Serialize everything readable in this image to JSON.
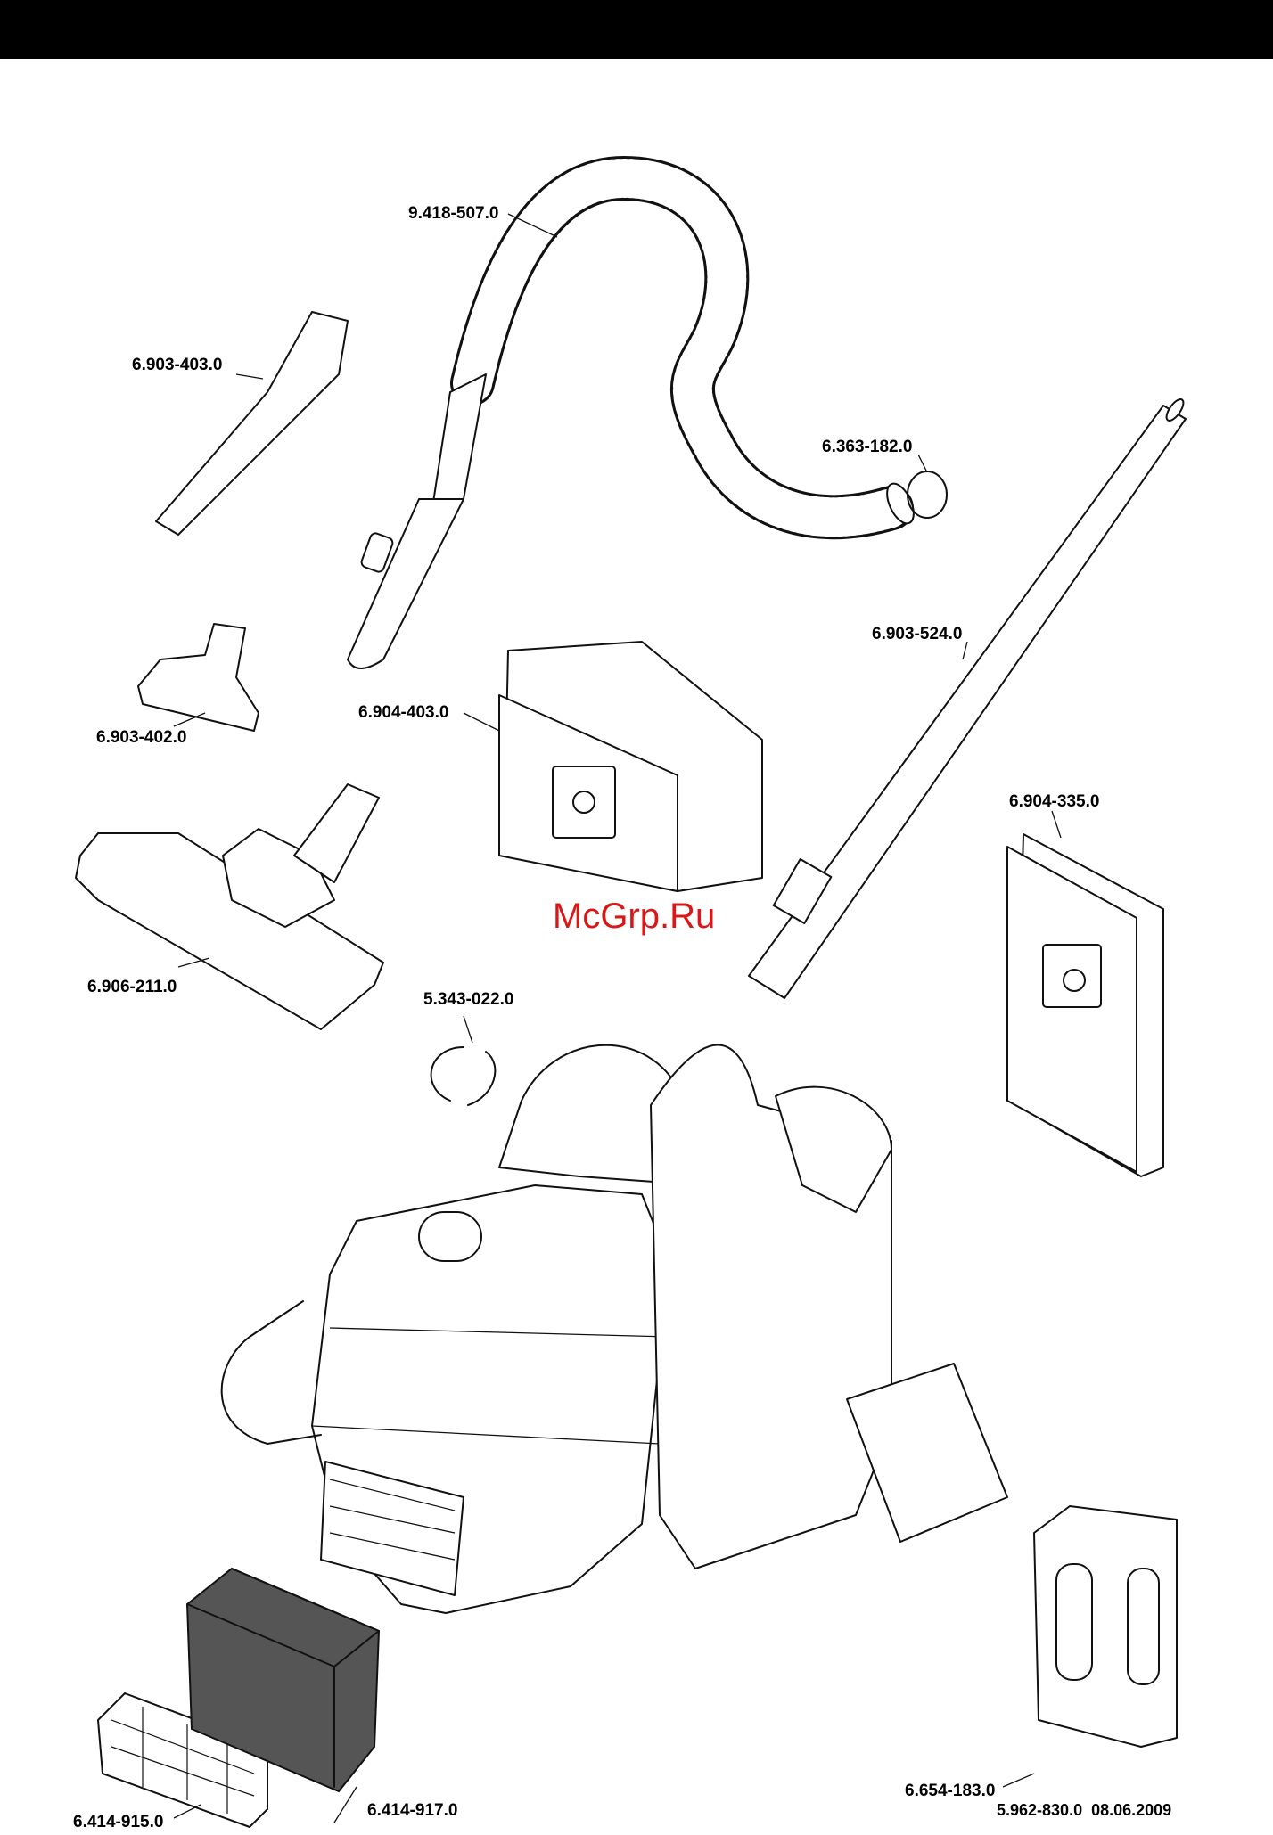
{
  "parts": [
    {
      "id": "hose",
      "number": "9.418-507.0"
    },
    {
      "id": "crevice-nozzle",
      "number": "6.903-403.0"
    },
    {
      "id": "o-ring",
      "number": "6.363-182.0"
    },
    {
      "id": "suction-tube",
      "number": "6.903-524.0"
    },
    {
      "id": "upholstery-nozzle",
      "number": "6.903-402.0"
    },
    {
      "id": "filter-bag-pack",
      "number": "6.904-403.0"
    },
    {
      "id": "fleece-filter-bag-pack",
      "number": "6.904-335.0"
    },
    {
      "id": "floor-nozzle",
      "number": "6.906-211.0"
    },
    {
      "id": "clip",
      "number": "5.343-022.0"
    },
    {
      "id": "battery",
      "number": "6.654-183.0"
    },
    {
      "id": "filter-cover",
      "number": "6.414-915.0"
    },
    {
      "id": "filter-insert",
      "number": "6.414-917.0"
    }
  ],
  "watermark": "McGrp.Ru",
  "footer": {
    "doc_number": "5.962-830.0",
    "date": "08.06.2009"
  },
  "colors": {
    "header_bar": "#000000",
    "watermark": "#d81818",
    "line": "#111111"
  }
}
